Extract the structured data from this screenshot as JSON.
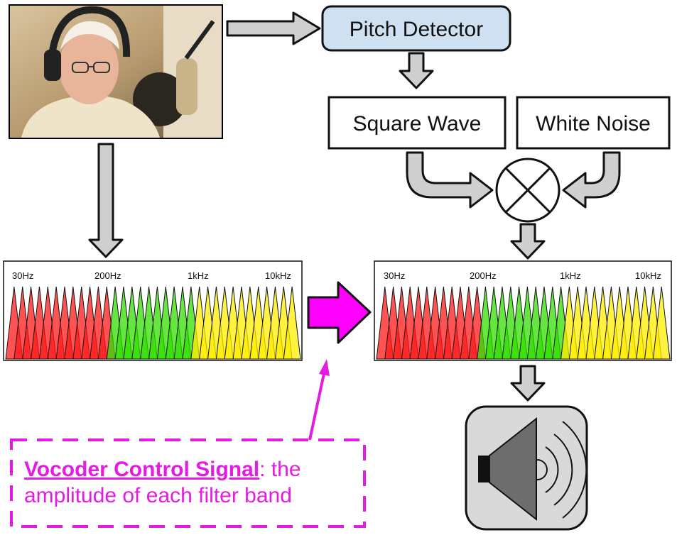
{
  "blocks": {
    "pitch_detector": "Pitch Detector",
    "square_wave": "Square Wave",
    "white_noise": "White Noise"
  },
  "filter_bank": {
    "tick_labels": [
      "30Hz",
      "200Hz",
      "1kHz",
      "10kHz"
    ],
    "bands": 34,
    "band_groups": [
      {
        "name": "red",
        "count": 12,
        "color": "#ff1a1a"
      },
      {
        "name": "green",
        "count": 10,
        "color": "#33dd00"
      },
      {
        "name": "yellow",
        "count": 12,
        "color": "#ffee00"
      }
    ]
  },
  "callout": {
    "title": "Vocoder Control Signal",
    "text_line1": ": the",
    "text_line2": "amplitude of each filter band"
  },
  "colors": {
    "pitch_box_fill": "#cfe0f1",
    "arrow_gray": "#cfcfcf",
    "control_magenta": "#ff00ff",
    "callout_magenta": "#e41be0",
    "speaker_bg": "#d9d9d9",
    "speaker_cone": "#6d6d6d"
  },
  "icons": {
    "photo": "narrator-photo",
    "multiplier": "multiply-icon",
    "speaker": "speaker-icon"
  }
}
